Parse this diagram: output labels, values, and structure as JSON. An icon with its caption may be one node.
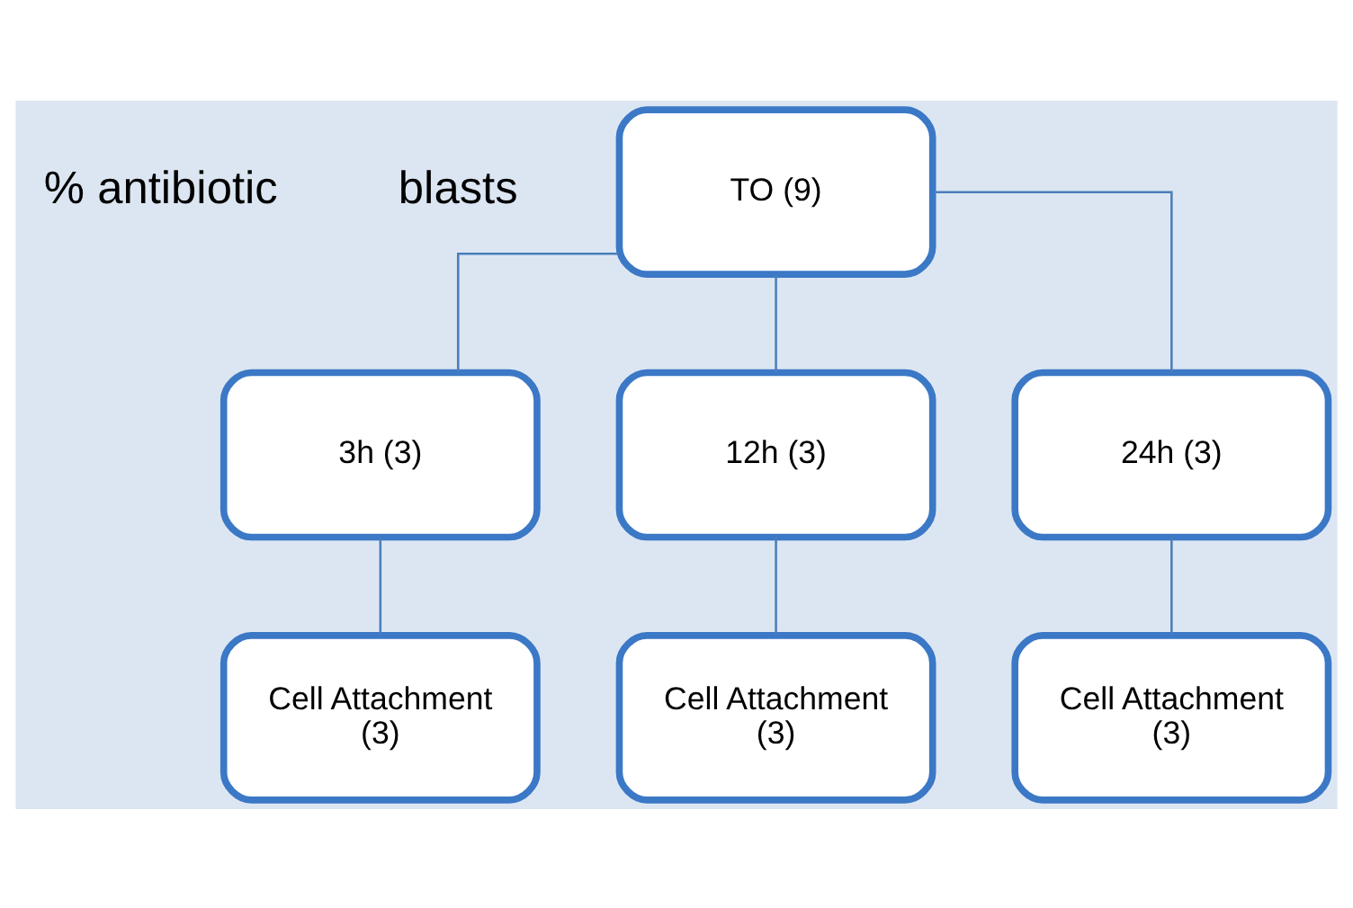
{
  "diagram": {
    "nodes": [
      {
        "text": [
          "TO (9)"
        ]
      },
      {
        "text": [
          "3h (3)"
        ]
      },
      {
        "text": [
          "12h (3)"
        ]
      },
      {
        "text": [
          "24h (3)"
        ]
      },
      {
        "text": [
          "Cell Attachment (3)"
        ]
      },
      {
        "text": [
          "Cell Attachment (3)"
        ]
      },
      {
        "text": [
          "Cell Attachment (3)"
        ]
      }
    ],
    "edges": [
      {
        "from": 0,
        "to": 1,
        "arrow": "none"
      },
      {
        "from": 0,
        "to": 2,
        "arrow": "none"
      },
      {
        "from": 0,
        "to": 3,
        "arrow": "none"
      },
      {
        "from": 1,
        "to": 4,
        "arrow": "none"
      },
      {
        "from": 2,
        "to": 5,
        "arrow": "none"
      },
      {
        "from": 3,
        "to": 6,
        "arrow": "none"
      }
    ],
    "labels": [
      "% antibiotic",
      "blasts"
    ]
  }
}
